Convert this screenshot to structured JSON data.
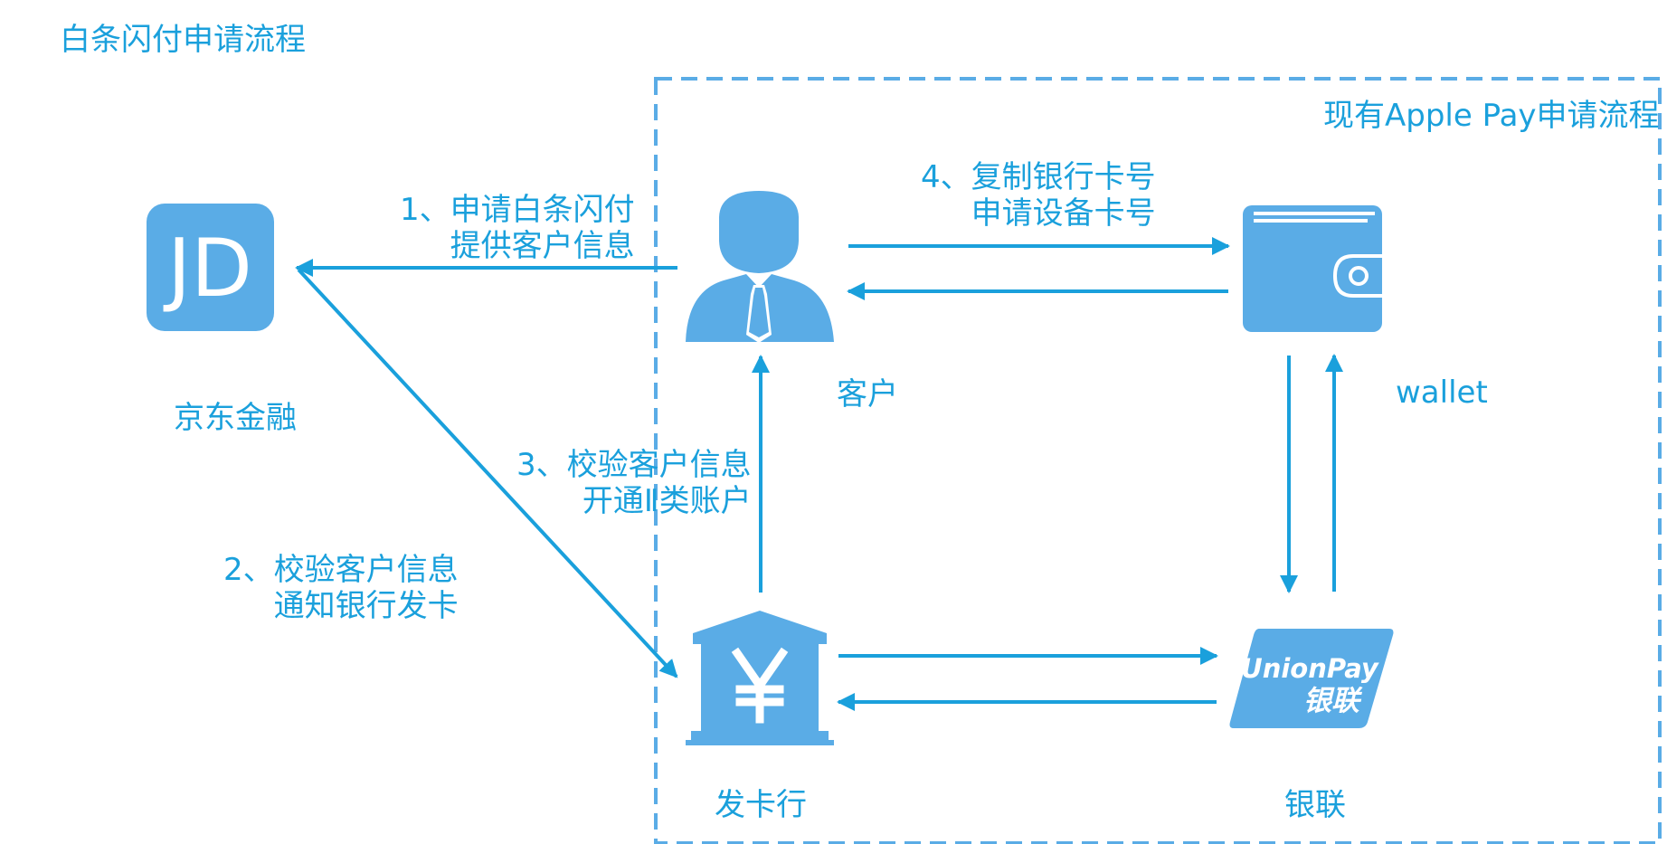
{
  "diagram": {
    "title": "白条闪付申请流程",
    "region_label": "现有Apple Pay申请流程",
    "nodes": {
      "jd": {
        "icon_text": "JD",
        "label": "京东金融",
        "icon": "jd-logo-icon"
      },
      "customer": {
        "label": "客户",
        "icon": "person-icon"
      },
      "wallet": {
        "label": "wallet",
        "icon": "wallet-icon"
      },
      "issuer": {
        "label": "发卡行",
        "icon": "bank-yuan-icon"
      },
      "unionpay": {
        "label": "银联",
        "icon": "unionpay-icon",
        "logo_line1": "UnionPay",
        "logo_line2": "银联"
      }
    },
    "steps": {
      "step1": {
        "line1": "1、申请白条闪付",
        "line2": "提供客户信息"
      },
      "step2": {
        "line1": "2、校验客户信息",
        "line2": "通知银行发卡"
      },
      "step3": {
        "line1": "3、校验客户信息",
        "line2": "开通Ⅱ类账户"
      },
      "step4": {
        "line1": "4、复制银行卡号",
        "line2": "申请设备卡号"
      }
    },
    "colors": {
      "accent": "#1aa0dc",
      "icon_fill": "#5aace6"
    }
  }
}
